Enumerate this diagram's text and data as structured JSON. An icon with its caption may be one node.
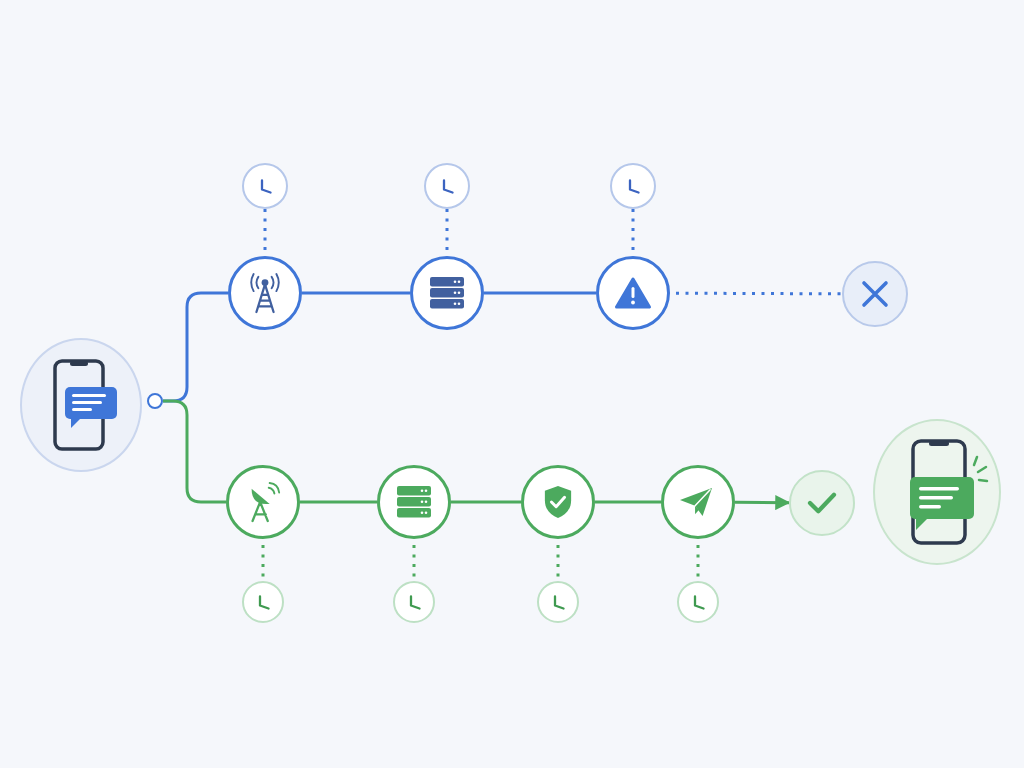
{
  "diagram": {
    "nodes": [
      {
        "text": [],
        "shape": "circle"
      },
      {
        "text": [],
        "shape": "circle"
      },
      {
        "text": [],
        "shape": "circle"
      },
      {
        "text": [],
        "shape": "circle"
      },
      {
        "text": [],
        "shape": "circle"
      },
      {
        "text": [],
        "shape": "circle"
      },
      {
        "text": [],
        "shape": "circle"
      },
      {
        "text": [],
        "shape": "circle"
      },
      {
        "text": [],
        "shape": "circle"
      },
      {
        "text": [],
        "shape": "circle"
      },
      {
        "text": [],
        "shape": "circle"
      },
      {
        "text": [],
        "shape": "circle"
      },
      {
        "text": [],
        "shape": "circle"
      },
      {
        "text": [],
        "shape": "circle"
      },
      {
        "text": [],
        "shape": "circle"
      },
      {
        "text": [],
        "shape": "circle"
      },
      {
        "text": [],
        "shape": "circle"
      },
      {
        "text": [],
        "shape": "circle"
      },
      {
        "text": [],
        "shape": "circle"
      }
    ],
    "edges": [
      {
        "from": 1,
        "to": 3,
        "arrow": "none",
        "color": "#3f76d8"
      },
      {
        "from": 3,
        "to": 5,
        "arrow": "none",
        "color": "#3f76d8"
      },
      {
        "from": 5,
        "to": 7,
        "arrow": "none",
        "color": "#3f76d8"
      },
      {
        "from": 7,
        "to": 8,
        "arrow": "none",
        "style": "dashed",
        "color": "#3f76d8"
      },
      {
        "from": 3,
        "to": 2,
        "arrow": "none",
        "style": "dashed",
        "color": "#3f76d8"
      },
      {
        "from": 5,
        "to": 4,
        "arrow": "none",
        "style": "dashed",
        "color": "#3f76d8"
      },
      {
        "from": 7,
        "to": 6,
        "arrow": "none",
        "style": "dashed",
        "color": "#3f76d8"
      },
      {
        "from": 1,
        "to": 9,
        "arrow": "none"
      },
      {
        "from": 9,
        "to": 11,
        "arrow": "none"
      },
      {
        "from": 11,
        "to": 13,
        "arrow": "none"
      },
      {
        "from": 13,
        "to": 15,
        "arrow": "none"
      },
      {
        "from": 15,
        "to": 17,
        "arrow": "to"
      },
      {
        "from": 9,
        "to": 10,
        "arrow": "none",
        "style": "dashed"
      },
      {
        "from": 11,
        "to": 12,
        "arrow": "none",
        "style": "dashed"
      },
      {
        "from": 13,
        "to": 14,
        "arrow": "none",
        "style": "dashed"
      },
      {
        "from": 15,
        "to": 16,
        "arrow": "none",
        "style": "dashed"
      }
    ]
  }
}
